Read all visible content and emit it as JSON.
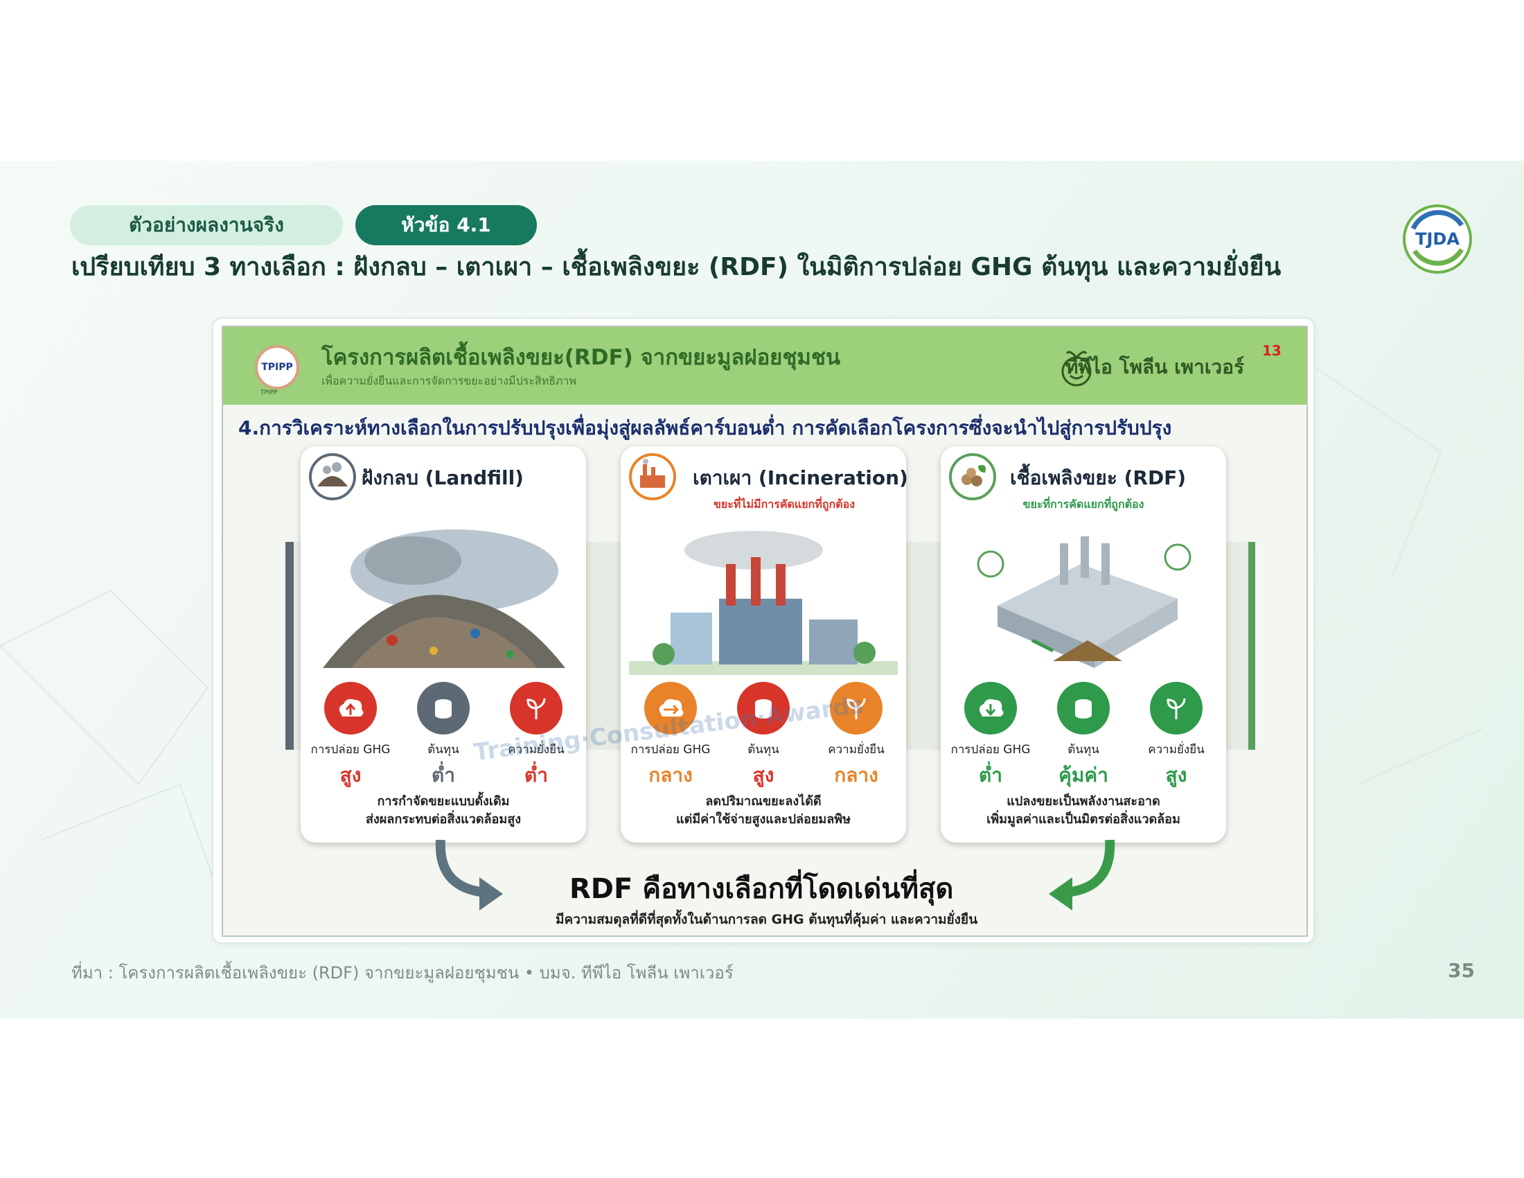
{
  "header": {
    "tag_label": "ตัวอย่างผลงานจริง",
    "topic_label": "หัวข้อ 4.1",
    "title": "เปรียบเทียบ 3 ทางเลือก : ฝังกลบ – เตาเผา – เชื้อเพลิงขยะ (RDF) ในมิติการปล่อย GHG ต้นทุน และความยั่งยืน",
    "logo_text": "TJDA"
  },
  "infographic": {
    "project_title": "โครงการผลิตเชื้อเพลิงขยะ(RDF) จากขยะมูลฝอยชุมชน",
    "project_subtitle": "เพื่อความยั่งยืนและการจัดการขยะอย่างมีประสิทธิภาพ",
    "company_logo": "TPIPP",
    "company_name": "ทีพีไอ โพลีน เพาเวอร์",
    "page_number": "13",
    "heading": "4.การวิเคราะห์ทางเลือกในการปรับปรุงเพื่อมุ่งสู่ผลลัพธ์คาร์บอนต่ำ การคัดเลือกโครงการซึ่งจะนำไปสู่การปรับปรุง",
    "options": [
      {
        "title": "ฝังกลบ (Landfill)",
        "subtitle": "",
        "metrics": [
          {
            "label": "การปล่อย GHG",
            "value": "สูง"
          },
          {
            "label": "ต้นทุน",
            "value": "ต่ำ"
          },
          {
            "label": "ความยั่งยืน",
            "value": "ต่ำ"
          }
        ],
        "desc1": "การกำจัดขยะแบบดั้งเดิม",
        "desc2": "ส่งผลกระทบต่อสิ่งแวดล้อมสูง"
      },
      {
        "title": "เตาเผา (Incineration)",
        "subtitle": "ขยะที่ไม่มีการคัดแยกที่ถูกต้อง",
        "metrics": [
          {
            "label": "การปล่อย GHG",
            "value": "กลาง"
          },
          {
            "label": "ต้นทุน",
            "value": "สูง"
          },
          {
            "label": "ความยั่งยืน",
            "value": "กลาง"
          }
        ],
        "desc1": "ลดปริมาณขยะลงได้ดี",
        "desc2": "แต่มีค่าใช้จ่ายสูงและปล่อยมลพิษ"
      },
      {
        "title": "เชื้อเพลิงขยะ (RDF)",
        "subtitle": "ขยะที่การคัดแยกที่ถูกต้อง",
        "metrics": [
          {
            "label": "การปล่อย GHG",
            "value": "ต่ำ"
          },
          {
            "label": "ต้นทุน",
            "value": "คุ้มค่า"
          },
          {
            "label": "ความยั่งยืน",
            "value": "สูง"
          }
        ],
        "desc1": "แปลงขยะเป็นพลังงานสะอาด",
        "desc2": "เพิ่มมูลค่าและเป็นมิตรต่อสิ่งแวดล้อม"
      }
    ],
    "conclusion_title": "RDF คือทางเลือกที่โดดเด่นที่สุด",
    "conclusion_subtitle": "มีความสมดุลที่ดีที่สุดทั้งในด้านการลด GHG ต้นทุนที่คุ้มค่า และความยั่งยืน",
    "watermark_text": "Training·Consultation·Awards"
  },
  "footer": {
    "source": "ที่มา : โครงการผลิตเชื้อเพลิงขยะ (RDF) จากขยะมูลฝอยชุมชน  •  บมจ. ทีพีไอ โพลีน เพาเวอร์",
    "page_number": "35"
  },
  "colors": {
    "accent_green": "#177a5f",
    "landfill_red": "#d8352a",
    "incineration_orange": "#e8832a",
    "rdf_green": "#2e9a4a"
  }
}
